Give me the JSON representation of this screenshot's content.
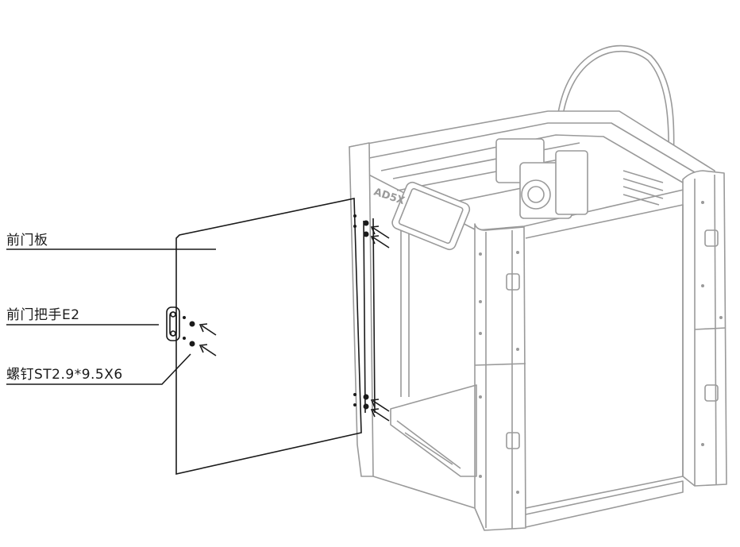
{
  "callouts": {
    "front_panel": "前门板",
    "front_handle": "前门把手E2",
    "screw": "螺钉ST2.9*9.5X6"
  },
  "printer_logo": "AD5X",
  "colors": {
    "callout_line": "#1a1a1a",
    "printer_line": "#9a9a9a"
  }
}
